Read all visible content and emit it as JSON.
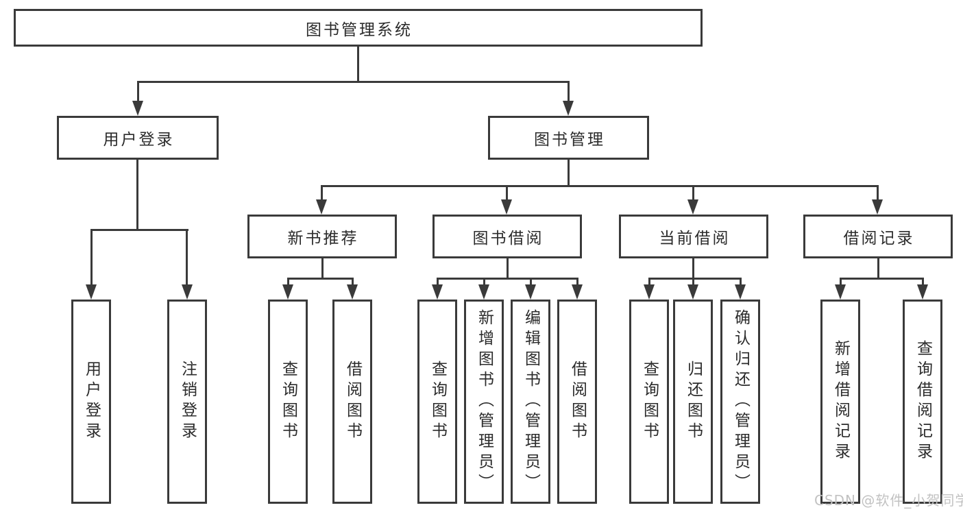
{
  "diagram": {
    "root": {
      "label": "图书管理系统"
    },
    "level2": [
      {
        "label": "用户登录"
      },
      {
        "label": "图书管理"
      }
    ],
    "level3": [
      {
        "label": "新书推荐"
      },
      {
        "label": "图书借阅"
      },
      {
        "label": "当前借阅"
      },
      {
        "label": "借阅记录"
      }
    ],
    "groups": {
      "user_login_children": [
        "用户登录",
        "注销登录"
      ],
      "new_book_children": [
        "查询图书",
        "借阅图书"
      ],
      "book_borrow_children": [
        "查询图书",
        "新增图书（管理员）",
        "编辑图书（管理员）",
        "借阅图书"
      ],
      "current_borrow_children": [
        "查询图书",
        "归还图书",
        "确认归还（管理员）"
      ],
      "borrow_record_children": [
        "新增借阅记录",
        "查询借阅记录"
      ]
    }
  },
  "watermark": {
    "text": "CSDN @软件_小贺同学"
  },
  "colors": {
    "line": "#3a3a3a",
    "text": "#2b2b2b",
    "background": "#ffffff",
    "watermark": "#c2c2c2"
  }
}
